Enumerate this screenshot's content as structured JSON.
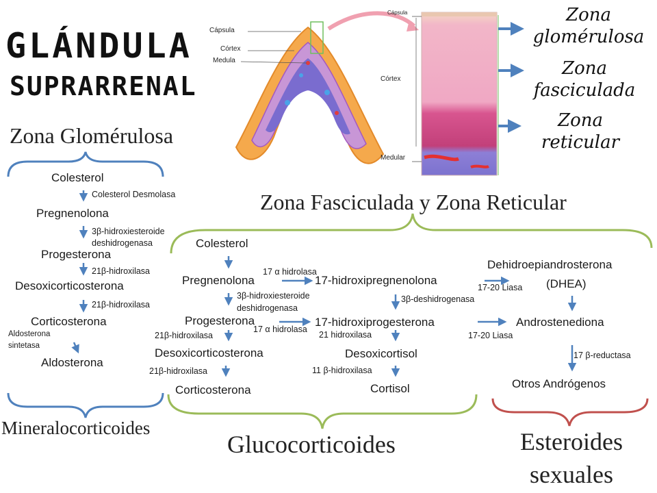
{
  "title": {
    "line1": "GLÁNDULA",
    "line2": "SUPRARRENAL"
  },
  "illustration": {
    "left_labels": [
      "Cápsula",
      "Córtex",
      "Medula"
    ],
    "section_labels": [
      "Cápsula",
      "Córtex",
      "Medular"
    ]
  },
  "zones": [
    {
      "line1": "Zona",
      "line2": "glomérulosa"
    },
    {
      "line1": "Zona",
      "line2": "fasciculada"
    },
    {
      "line1": "Zona",
      "line2": "reticular"
    }
  ],
  "glomerulosa": {
    "heading": "Zona Glomérulosa",
    "molecules": [
      "Colesterol",
      "Pregnenolona",
      "Progesterona",
      "Desoxicorticosterona",
      "Corticosterona",
      "Aldosterona"
    ],
    "enzymes": [
      "Colesterol Desmolasa",
      "3β-hidroxiesteroide",
      "deshidrogenasa",
      "21β-hidroxilasa",
      "21β-hidroxilasa",
      "Aldosterona",
      "sintetasa"
    ],
    "group": "Mineralocorticoides"
  },
  "fasc_ret": {
    "heading": "Zona Fasciculada y Zona Reticular",
    "col1": [
      "Colesterol",
      "Pregnenolona",
      "Progesterona",
      "Desoxicorticosterona",
      "Corticosterona"
    ],
    "col1_enzymes": [
      "3β-hidroxiesteroide",
      "deshidrogenasa",
      "21β-hidroxilasa",
      "21β-hidroxilasa"
    ],
    "horiz_enzymes": [
      "17 α hidrolasa",
      "17 α hidrolasa",
      "17-20 Liasa",
      "17-20 Liasa"
    ],
    "col2": [
      "17-hidroxipregnenolona",
      "17-hidroxiprogesterona",
      "Desoxicortisol",
      "Cortisol"
    ],
    "col2_enzymes": [
      "3β-deshidrogenasa",
      "21 hidroxilasa",
      "11 β-hidroxilasa"
    ],
    "col3": [
      "Dehidroepiandrosterona",
      "(DHEA)",
      "Androstenediona",
      "Otros Andrógenos"
    ],
    "col3_enzymes": [
      "17 β-reductasa"
    ],
    "groups": [
      "Glucocorticoides",
      "Esteroides",
      "sexuales"
    ]
  },
  "colors": {
    "arrow": "#4f81bd",
    "bracket_blue": "#4f81bd",
    "bracket_green": "#9bbb59",
    "bracket_red": "#c0504d"
  }
}
